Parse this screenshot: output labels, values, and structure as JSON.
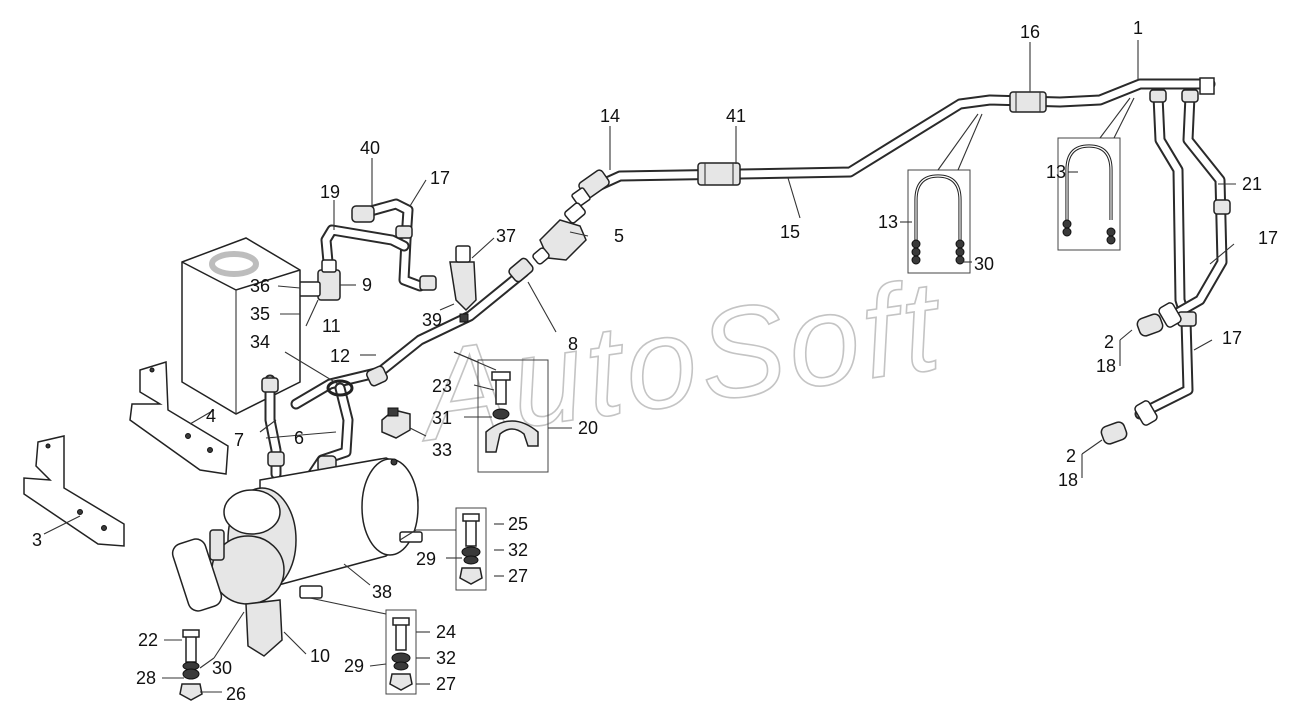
{
  "watermark": "AutoSoft",
  "callouts": {
    "c1": "1",
    "c16": "16",
    "c41": "41",
    "c14": "14",
    "c15": "15",
    "c13a": "13",
    "c13b": "13",
    "c30a": "30",
    "c21": "21",
    "c17a": "17",
    "c17b": "17",
    "c17c": "17",
    "c2a": "2",
    "c18a": "18",
    "c2b": "2",
    "c18b": "18",
    "c40": "40",
    "c19": "19",
    "c37": "37",
    "c5": "5",
    "c9": "9",
    "c36": "36",
    "c35": "35",
    "c11": "11",
    "c39": "39",
    "c8": "8",
    "c12": "12",
    "c34": "34",
    "c23": "23",
    "c31": "31",
    "c20": "20",
    "c4": "4",
    "c7": "7",
    "c6": "6",
    "c33": "33",
    "c3": "3",
    "c25": "25",
    "c29a": "29",
    "c32a": "32",
    "c27a": "27",
    "c38": "38",
    "c22": "22",
    "c24": "24",
    "c30b": "30",
    "c10": "10",
    "c28": "28",
    "c29b": "29",
    "c32b": "32",
    "c26": "26",
    "c27b": "27"
  }
}
